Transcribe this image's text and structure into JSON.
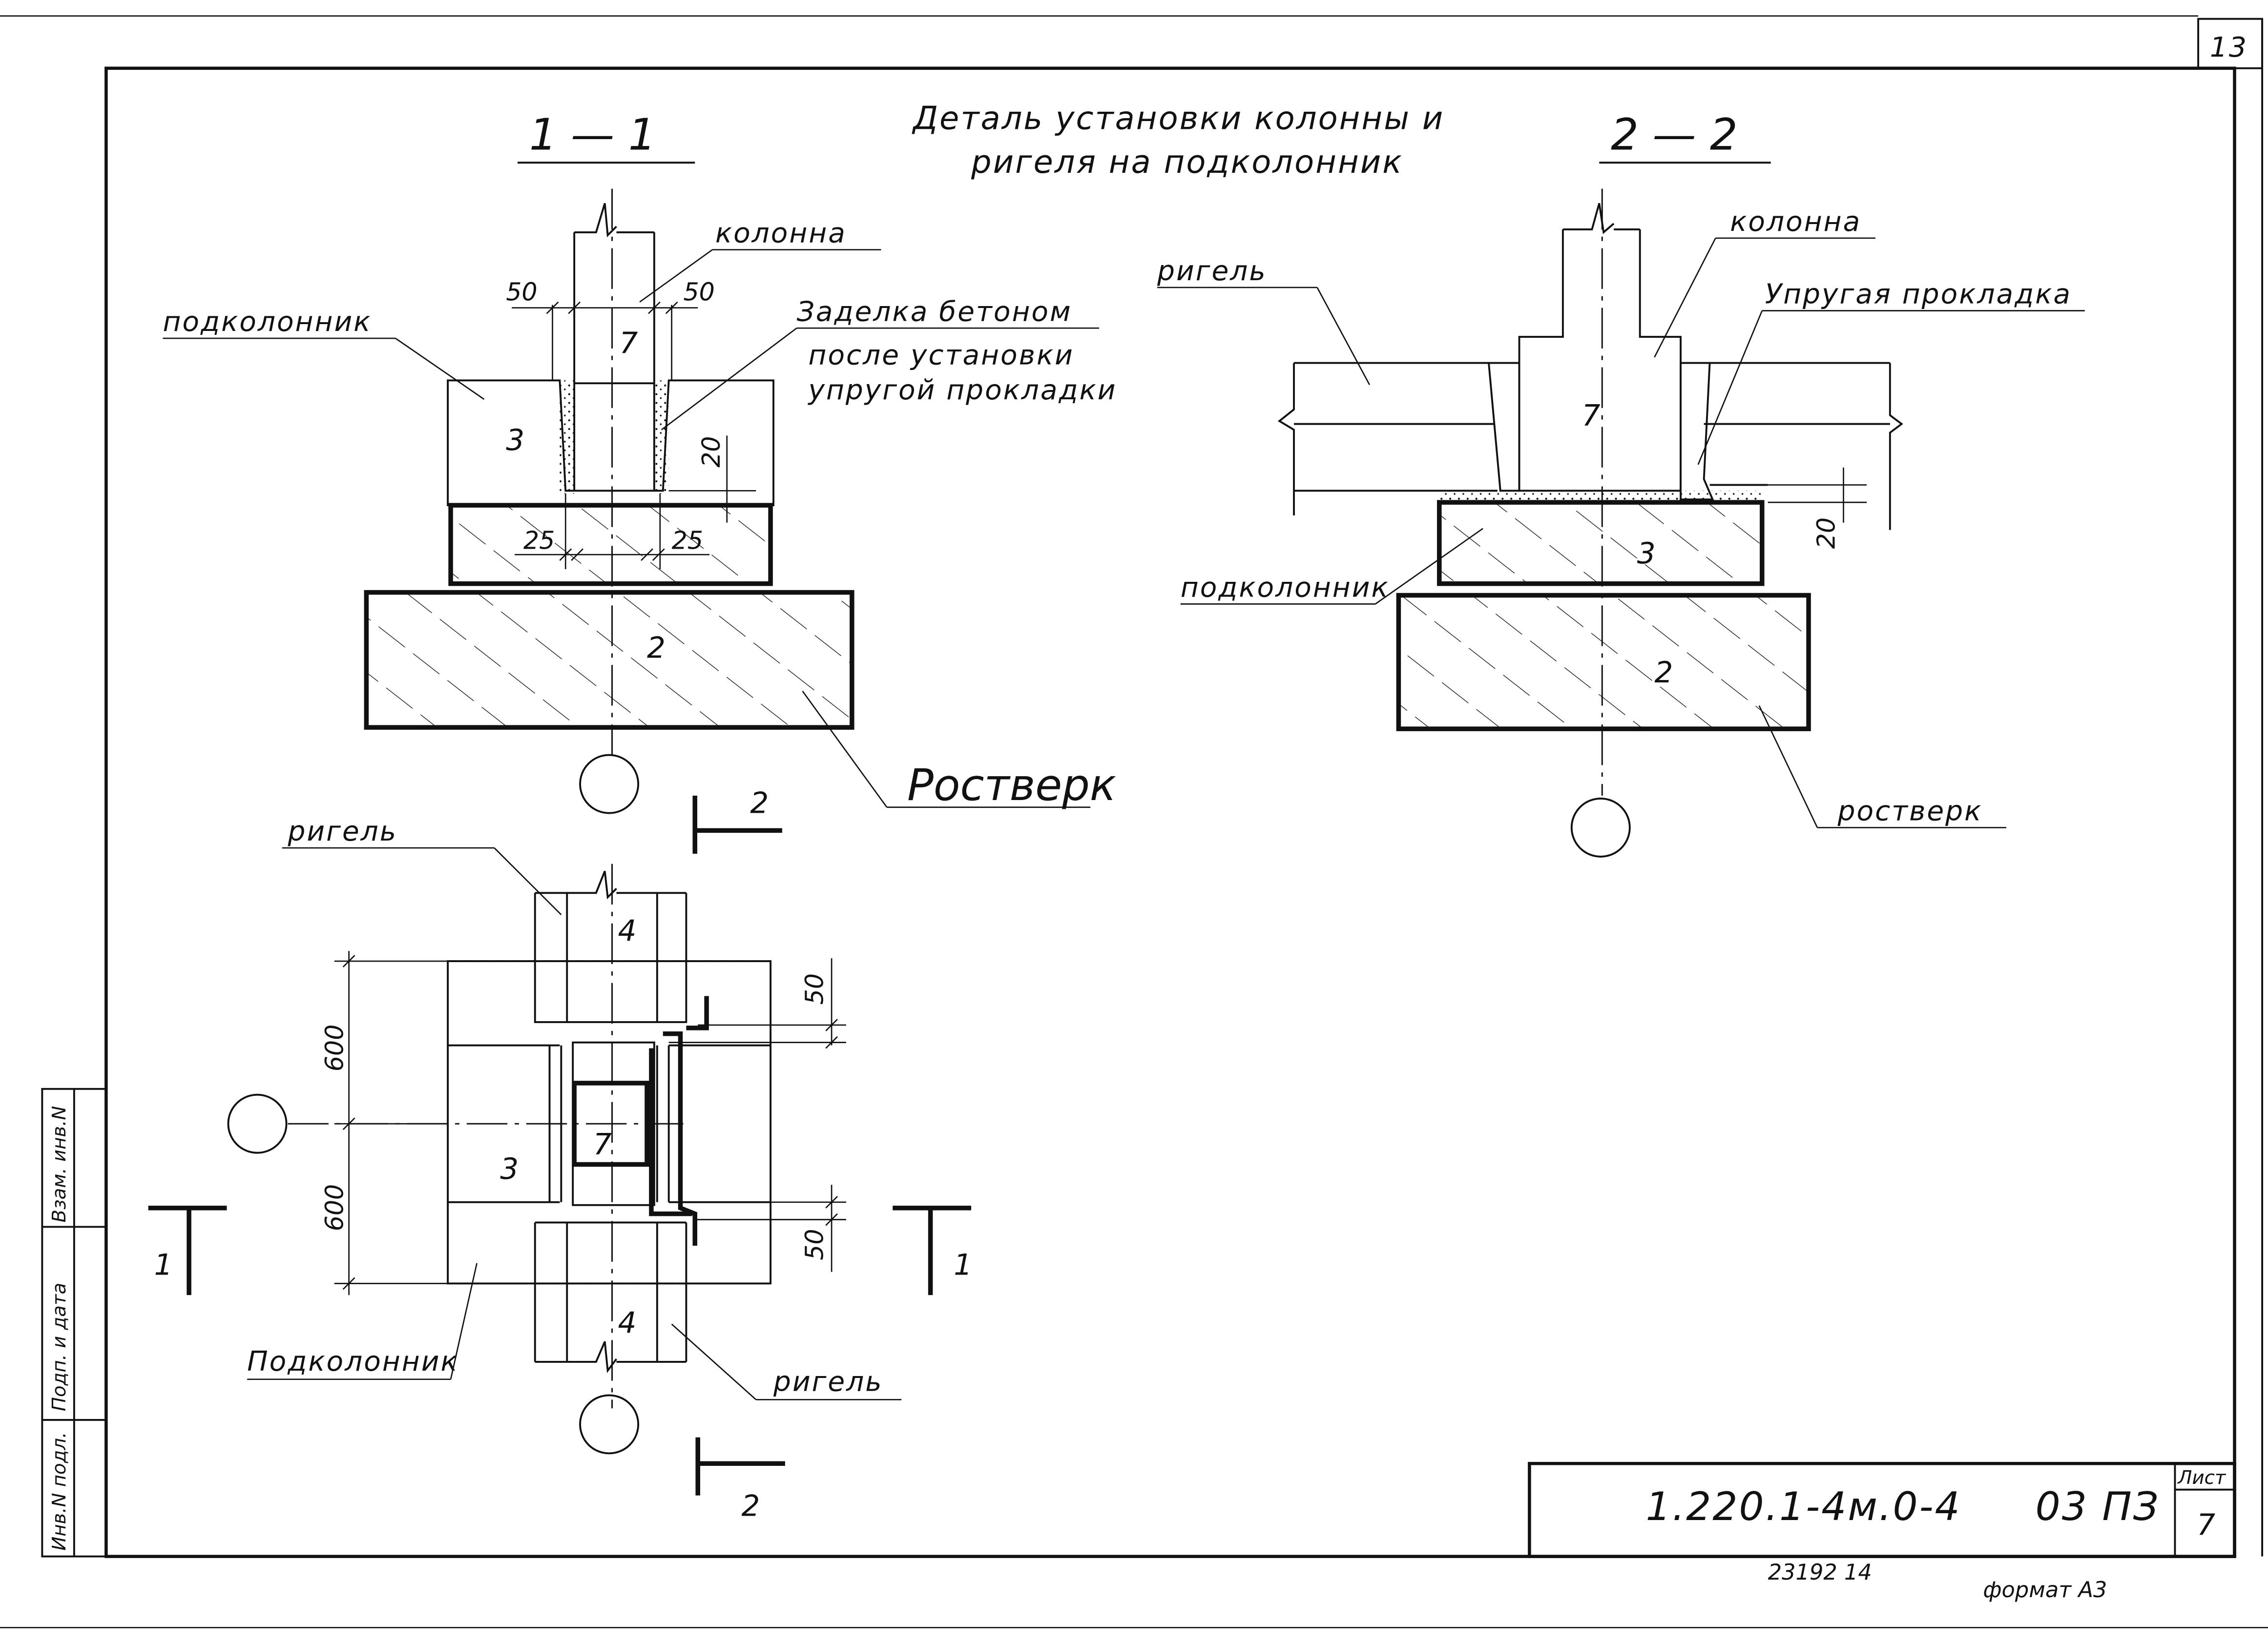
{
  "page_number": "13",
  "title_line1": "Деталь установки колонны и",
  "title_line2": "ригеля на   подколонник",
  "section_1": {
    "label": "1 — 1",
    "kolonna": "колонна",
    "podkolonnik": "подколонник",
    "zadelka_line1": "Заделка бетоном",
    "zadelka_line2": "после установки",
    "zadelka_line3": "упругой прокладки",
    "rostverk": "Ростверк",
    "dim_50_left": "50",
    "dim_50_right": "50",
    "dim_20": "20",
    "dim_25_left": "25",
    "dim_25_right": "25",
    "num_column": "7",
    "num_podkolonnik": "3",
    "num_rostverk": "2"
  },
  "section_2": {
    "label": "2 — 2",
    "kolonna": "колонна",
    "rigel": "ригель",
    "prokladka": "Упругая прокладка",
    "podkolonnik": "подколонник",
    "rostverk": "ростверк",
    "dim_20": "20",
    "num_column": "7",
    "num_podkolonnik": "3",
    "num_rostverk": "2"
  },
  "plan": {
    "rigel_top": "ригель",
    "rigel_bottom": "ригель",
    "podkolonnik": "Подколонник",
    "dim_600_top": "600",
    "dim_600_bottom": "600",
    "dim_50_top": "50",
    "dim_50_bottom": "50",
    "num_rigel_top": "4",
    "num_rigel_bottom": "4",
    "num_podkolonnik": "3",
    "num_column": "7",
    "cut_1_left": "1",
    "cut_1_right": "1",
    "cut_2_top": "2",
    "cut_2_bottom": "2"
  },
  "side_stamp": {
    "inv_podl": "Инв.N подл.",
    "podp_data": "Подп. и дата",
    "vzam_inv": "Взам. инв.N"
  },
  "title_block": {
    "code": "1.220.1-4м.0-4",
    "suffix": "03  ПЗ",
    "sheet_label": "Лист",
    "sheet_number": "7"
  },
  "footer": {
    "order": "23192  14",
    "format": "формат  А3"
  }
}
